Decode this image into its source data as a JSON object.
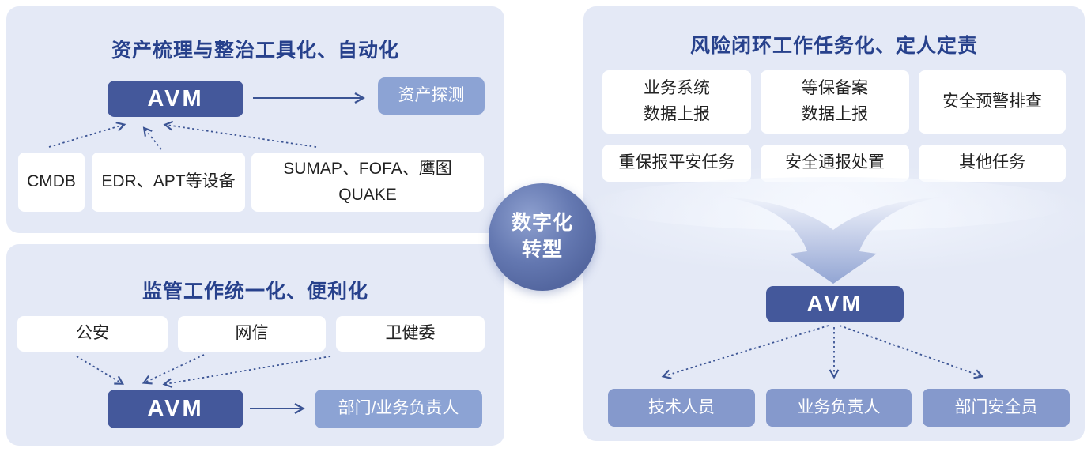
{
  "colors": {
    "panel_bg": "#e4e9f6",
    "dark_box": "#44589b",
    "light_box": "#8ca3d4",
    "role_box": "#8599cc",
    "title": "#27418c",
    "arrow": "#3b5494",
    "box_text": "#222222"
  },
  "center_circle": {
    "lines": [
      "数字化",
      "转型"
    ]
  },
  "panel_asset": {
    "title": "资产梳理与整治工具化、自动化",
    "avm_label": "AVM",
    "detect_label": "资产探测",
    "sources": [
      "CMDB",
      "EDR、APT等设备",
      "SUMAP、FOFA、鹰图QUAKE"
    ]
  },
  "panel_regulator": {
    "title": "监管工作统一化、便利化",
    "orgs": [
      "公安",
      "网信",
      "卫健委"
    ],
    "avm_label": "AVM",
    "owner_label": "部门/业务负责人"
  },
  "panel_risk": {
    "title": "风险闭环工作任务化、定人定责",
    "tasks_row1": [
      [
        "业务系统",
        "数据上报"
      ],
      [
        "等保备案",
        "数据上报"
      ],
      [
        "安全预警排查"
      ]
    ],
    "tasks_row2": [
      "重保报平安任务",
      "安全通报处置",
      "其他任务"
    ],
    "avm_label": "AVM",
    "roles": [
      "技术人员",
      "业务负责人",
      "部门安全员"
    ]
  }
}
